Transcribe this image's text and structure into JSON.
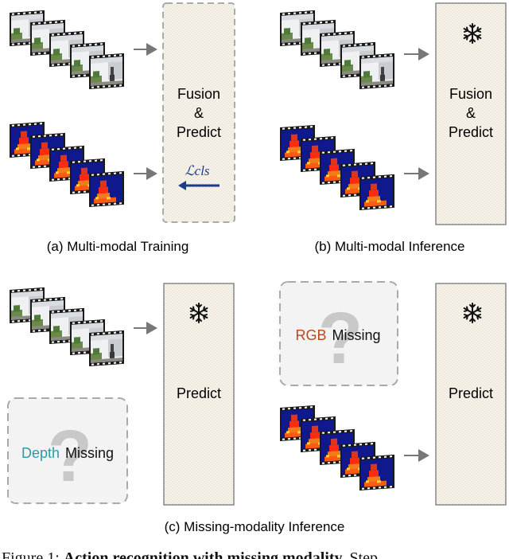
{
  "panels": {
    "a": {
      "caption": "(a) Multi-modal Training",
      "box_lines": [
        "Fusion",
        "&",
        "Predict"
      ],
      "loss_label": "ℒcls"
    },
    "b": {
      "caption": "(b) Multi-modal Inference",
      "box_lines": [
        "Fusion",
        "&",
        "Predict"
      ],
      "frozen_icon": "snowflake-icon"
    },
    "c": {
      "caption": "(c) Missing-modality Inference",
      "left": {
        "box_label": "Predict",
        "missing_modality": "Depth",
        "missing_word": "Missing",
        "frozen_icon": "snowflake-icon"
      },
      "right": {
        "box_label": "Predict",
        "missing_modality": "RGB",
        "missing_word": "Missing",
        "frozen_icon": "snowflake-icon"
      }
    }
  },
  "figure_caption": {
    "prefix": "Figure 1: ",
    "title": "Action recognition with missing modality.",
    "rest": " Step"
  },
  "colors": {
    "depth_accent": "#2a9aa8",
    "rgb_accent": "#b8481e",
    "loss_arrow": "#1d3a8c",
    "arrow": "#777777",
    "dash_border": "#aaaaaa"
  }
}
